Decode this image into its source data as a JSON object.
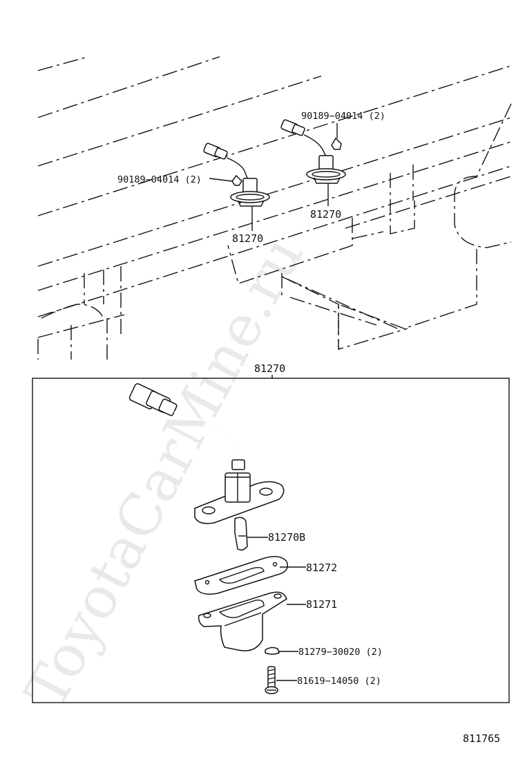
{
  "watermark": "ToyotaCarMine.ru",
  "labels": {
    "clip_top": "90189−04014 (2)",
    "clip_left": "90189−04014 (2)",
    "lamp_right": "81270",
    "lamp_left": "81270",
    "box_title": "81270",
    "bulb": "81270B",
    "gasket": "81272",
    "lens": "81271",
    "washer": "81279−30020 (2)",
    "screw": "81619−14050 (2)",
    "figure_number": "811765"
  }
}
